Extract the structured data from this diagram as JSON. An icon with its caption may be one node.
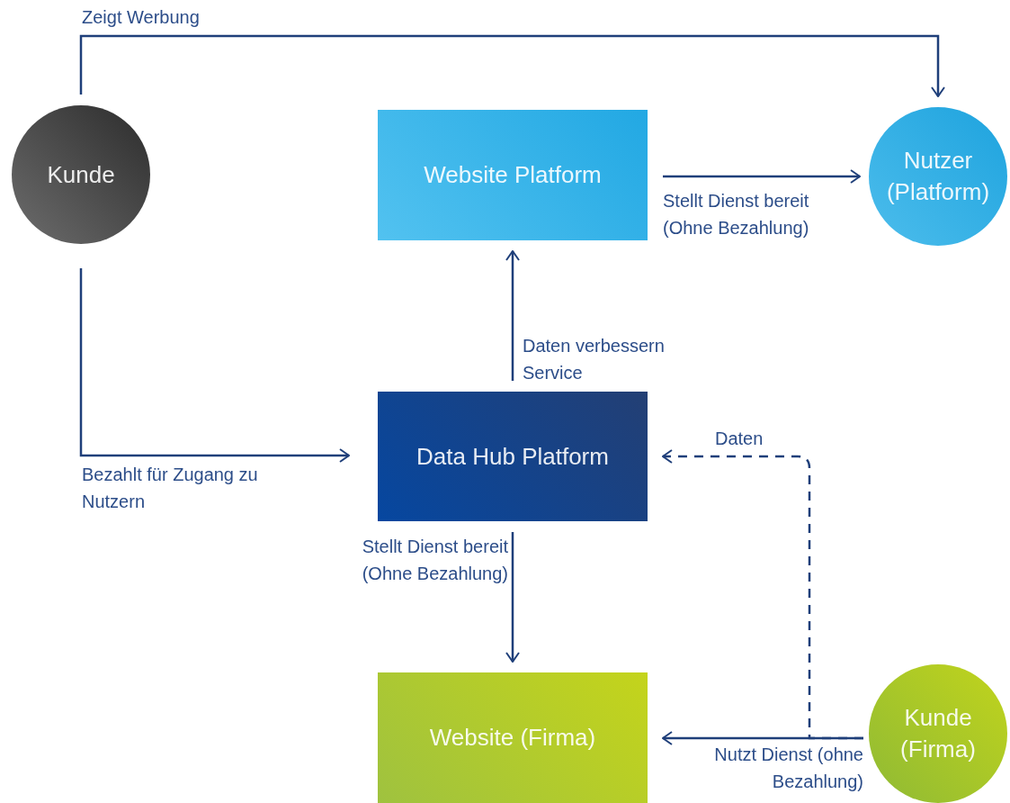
{
  "diagram": {
    "nodes": [
      {
        "text": [
          "Kunde"
        ]
      },
      {
        "text": [
          "Website Platform"
        ]
      },
      {
        "text": [
          "Nutzer (Platform)"
        ]
      },
      {
        "text": [
          "Data Hub Platform"
        ]
      },
      {
        "text": [
          "Website (Firma)"
        ]
      },
      {
        "text": [
          "Kunde (Firma)"
        ]
      }
    ],
    "edges": [
      {
        "from": 0,
        "to": 2,
        "arrow": "to",
        "label": "Zeigt Werbung"
      },
      {
        "from": 0,
        "to": 3,
        "arrow": "to",
        "label": "Bezahlt für Zugang zu Nutzern"
      },
      {
        "from": 3,
        "to": 1,
        "arrow": "to",
        "label": "Daten verbessern Service"
      },
      {
        "from": 1,
        "to": 2,
        "arrow": "to",
        "label": "Stellt Dienst bereit (Ohne Bezahlung)"
      },
      {
        "from": 3,
        "to": 4,
        "arrow": "to",
        "label": "Stellt Dienst bereit (Ohne Bezahlung)"
      },
      {
        "from": 5,
        "to": 4,
        "arrow": "to",
        "label": "Nutzt Dienst (ohne Bezahlung)"
      },
      {
        "from": 5,
        "to": 3,
        "arrow": "to",
        "label": "Daten",
        "style": "dashed"
      }
    ]
  }
}
